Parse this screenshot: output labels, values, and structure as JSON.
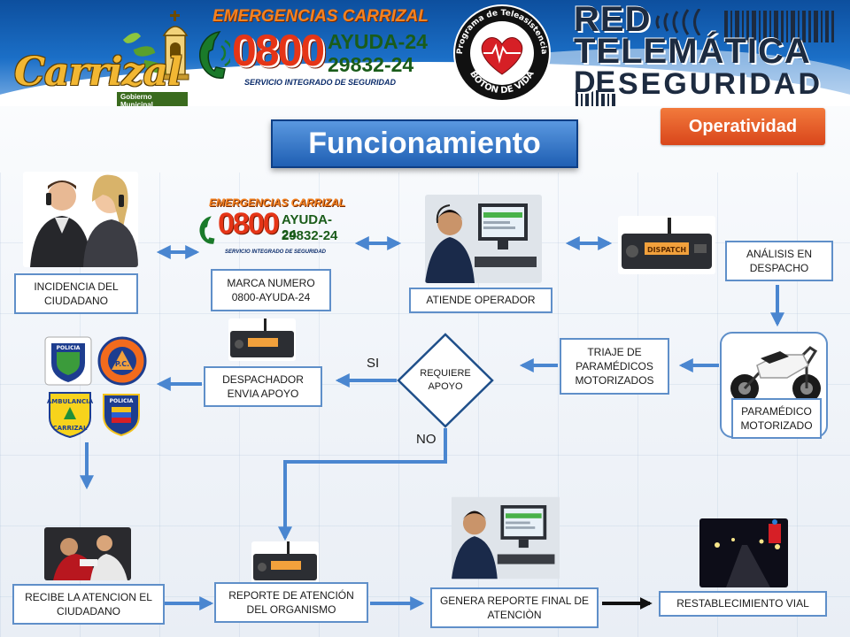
{
  "header": {
    "logo_carrizal": "Carrizal",
    "logo_gobierno": "Gobierno Municipal",
    "emergencias_title": "EMERGENCIAS CARRIZAL",
    "emergencias_number": "0800",
    "emergencias_ayuda": "AYUDA-24",
    "emergencias_alt": "29832-24",
    "emergencias_sub": "SERVICIO INTEGRADO DE SEGURIDAD",
    "boton_ring_text": "Programa de Teleasistencia",
    "boton_bottom_text": "BOTON DE VIDA",
    "red_line1": "RED",
    "red_line2": "TELEMÁTICA",
    "red_line3_de": "DE",
    "red_line3_seg": "SEGURIDAD",
    "operatividad": "Operatividad"
  },
  "title": "Funcionamiento",
  "flow": {
    "incidencia": "INCIDENCIA DEL CIUDADANO",
    "marca": "MARCA NUMERO 0800-AYUDA-24",
    "atiende": "ATIENDE OPERADOR",
    "analisis": "ANÁLISIS EN DESPACHO",
    "triaje": "TRIAJE DE PARAMÉDICOS MOTORIZADOS",
    "paramedico": "PARAMÉDICO MOTORIZADO",
    "requiere": "REQUIERE APOYO",
    "si": "SI",
    "no": "NO",
    "despachador": "DESPACHADOR ENVIA APOYO",
    "recibe": "RECIBE LA ATENCION EL CIUDADANO",
    "reporte": "REPORTE DE ATENCIÓN DEL ORGANISMO",
    "genera": "GENERA REPORTE FINAL DE ATENCIÒN",
    "restablecimiento": "RESTABLECIMIENTO VIAL"
  },
  "emerg_small": {
    "title": "EMERGENCIAS CARRIZAL",
    "number": "0800",
    "ayuda": "AYUDA-24",
    "alt": "29832-24",
    "sub": "SERVICIO INTEGRADO DE SEGURIDAD"
  },
  "badges": {
    "policia": "POLICIA",
    "pc": "P.C.",
    "ambulancia": "AMBULANCIA",
    "carrizal": "CARRIZAL",
    "policia2": "POLICIA"
  },
  "radio_display": "DISPATCH",
  "colors": {
    "arrow": "#4a86d0",
    "box_border": "#5f8fc9",
    "title_bg": "#2a6bbf",
    "operatividad_bg": "#e05a26"
  }
}
